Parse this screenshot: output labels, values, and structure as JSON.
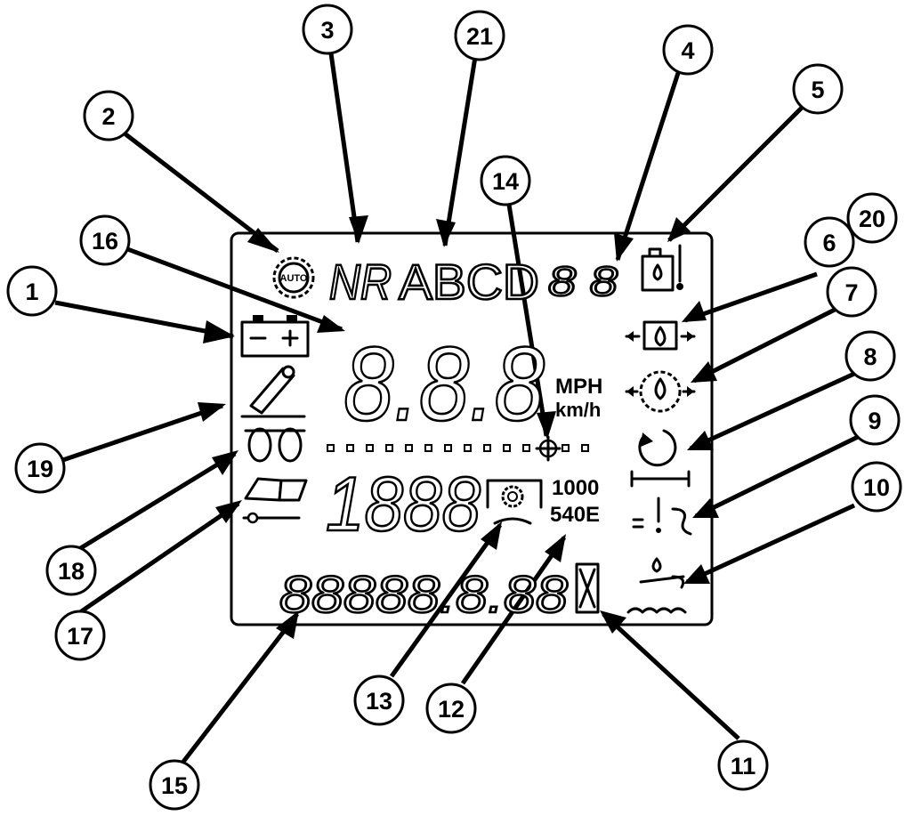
{
  "segment_text": {
    "mode_letters": "NR",
    "range_letters": "ABCD",
    "top_digits": "8 8",
    "speed_digits": "8.8.8",
    "pto_digits": "1888",
    "bottom_digits": "88888.8.88"
  },
  "labels": {
    "speed_unit_top": "MPH",
    "speed_unit_bottom": "km/h",
    "pto_speed_top": "1000",
    "pto_speed_bottom": "540E",
    "auto_badge": "AUTO"
  },
  "callouts": [
    "1",
    "2",
    "3",
    "4",
    "5",
    "6",
    "7",
    "8",
    "9",
    "10",
    "11",
    "12",
    "13",
    "14",
    "15",
    "16",
    "17",
    "18",
    "19",
    "20",
    "21"
  ],
  "icons": {
    "battery": "battery-icon",
    "auto_gear": "auto-gear-icon",
    "coolant_temp": "coolant-temperature-icon",
    "engine_oil": "engine-oil-pressure-icon",
    "transmission_oil": "transmission-oil-pressure-icon",
    "pto": "pto-icon",
    "hitch_warning": "hitch-warning-icon",
    "water_in_fuel": "water-in-fuel-icon",
    "hourglass": "hourglass-icon",
    "pto_gear": "pto-engaged-icon",
    "slip": "slip-indicator-icon",
    "service": "service-manual-icon",
    "glow_plug": "glow-plug-icon",
    "air_filter": "air-filter-icon"
  },
  "colors": {
    "ink": "#000000",
    "paper": "#ffffff"
  }
}
